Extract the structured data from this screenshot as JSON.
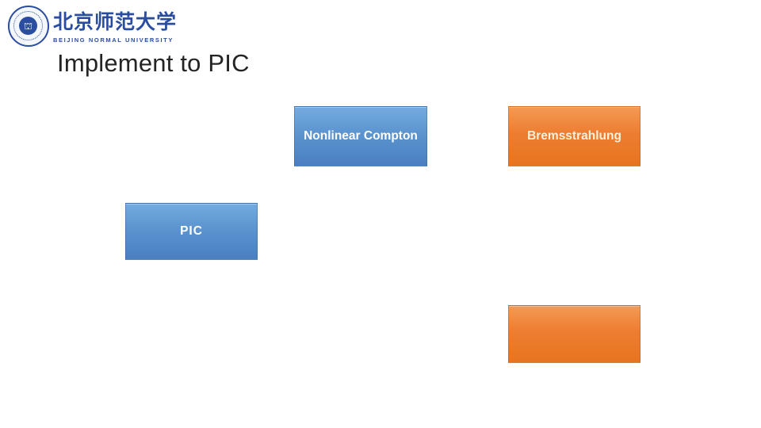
{
  "logo": {
    "university_name_cn": "北京师范大学",
    "university_name_en": "BEIJING NORMAL UNIVERSITY",
    "seal_glyph": "⛫",
    "brand_color": "#2b4da0"
  },
  "slide": {
    "title": "Implement to PIC",
    "title_color": "#242424",
    "background_color": "#ffffff"
  },
  "diagram": {
    "accent_blue": "#5b9bd5",
    "accent_orange": "#ed7d31",
    "boxes": [
      {
        "id": "nonlinear-compton",
        "label": "Nonlinear Compton",
        "color": "blue",
        "text_color": "#ffffff"
      },
      {
        "id": "bremsstrahlung",
        "label": "Bremsstrahlung",
        "color": "orange",
        "text_color": "#faefd8"
      },
      {
        "id": "pic",
        "label": "PIC",
        "color": "blue",
        "text_color": "#ffffff"
      },
      {
        "id": "empty-orange",
        "label": "",
        "color": "orange",
        "text_color": "#faefd8"
      }
    ]
  }
}
